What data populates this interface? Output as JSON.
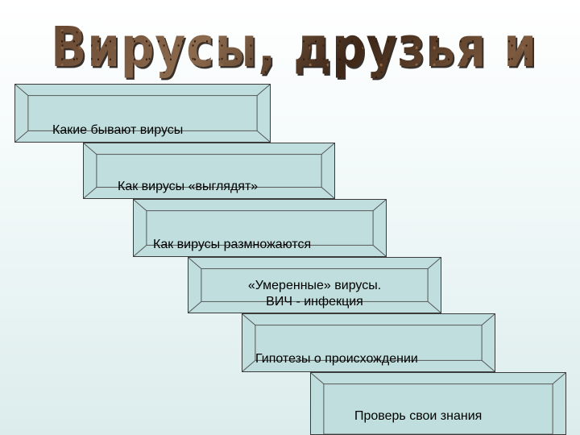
{
  "slide": {
    "title": "Вирусы, друзья и враги"
  },
  "menu": {
    "items": [
      {
        "id": "types",
        "label": "Какие бывают вирусы"
      },
      {
        "id": "look",
        "label": "Как вирусы «выглядят»"
      },
      {
        "id": "reproduce",
        "label": "Как вирусы размножаются"
      },
      {
        "id": "moderate",
        "label": "«Умеренные» вирусы.\nВИЧ - инфекция"
      },
      {
        "id": "hypotheses",
        "label": "Гипотезы о происхождении"
      },
      {
        "id": "quiz",
        "label": "Проверь свои знания"
      }
    ]
  },
  "colors": {
    "button_face": "#bfdedd",
    "title_texture": "#6b4a33"
  }
}
